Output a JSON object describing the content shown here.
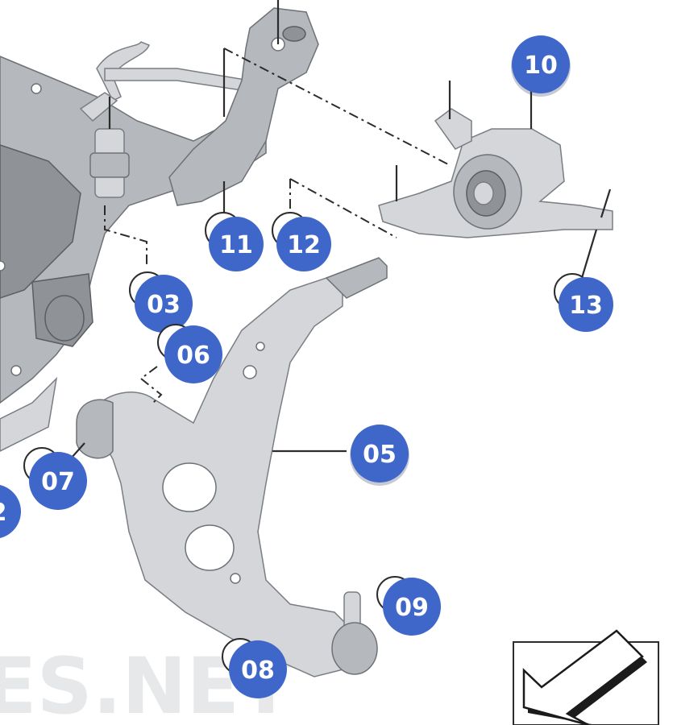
{
  "callouts": [
    {
      "id": "c10",
      "label": "10"
    },
    {
      "id": "c11",
      "label": "11"
    },
    {
      "id": "c12",
      "label": "12"
    },
    {
      "id": "c13",
      "label": "13"
    },
    {
      "id": "c03",
      "label": "03"
    },
    {
      "id": "c06",
      "label": "06"
    },
    {
      "id": "c05",
      "label": "05"
    },
    {
      "id": "c07",
      "label": "07"
    },
    {
      "id": "c02",
      "label": "2"
    },
    {
      "id": "c09",
      "label": "09"
    },
    {
      "id": "c08",
      "label": "08"
    }
  ],
  "watermark": "ES.NET",
  "colors": {
    "callout_fill": "#3f66c9",
    "callout_shadow": "#1a2b55",
    "part_grey": "#b5b8bc"
  },
  "icons": {
    "navigation": "arrow-icon"
  }
}
